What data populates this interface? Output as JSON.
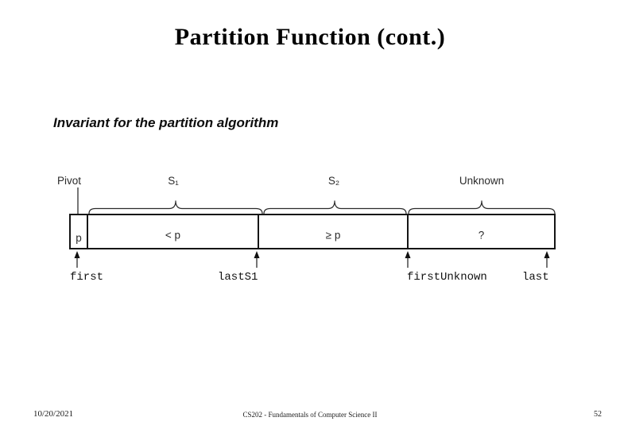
{
  "slide": {
    "title": "Partition Function (cont.)",
    "subtitle": "Invariant for the partition algorithm"
  },
  "diagram": {
    "description": "Invariant of the partition algorithm: array split into pivot cell, S1 region, S2 region and Unknown region",
    "region_labels": [
      "Pivot",
      "S₁",
      "S₂",
      "Unknown"
    ],
    "cells": [
      "p",
      "< p",
      "≥ p",
      "?"
    ],
    "pointers": [
      "first",
      "lastS1",
      "firstUnknown",
      "last"
    ],
    "colors": {
      "background": "#ffffff",
      "line": "#1c1c1c",
      "label_text": "#2b2b2b"
    }
  },
  "footer": {
    "date": "10/20/2021",
    "course": "CS202 - Fundamentals of Computer Science II",
    "page": "52"
  }
}
